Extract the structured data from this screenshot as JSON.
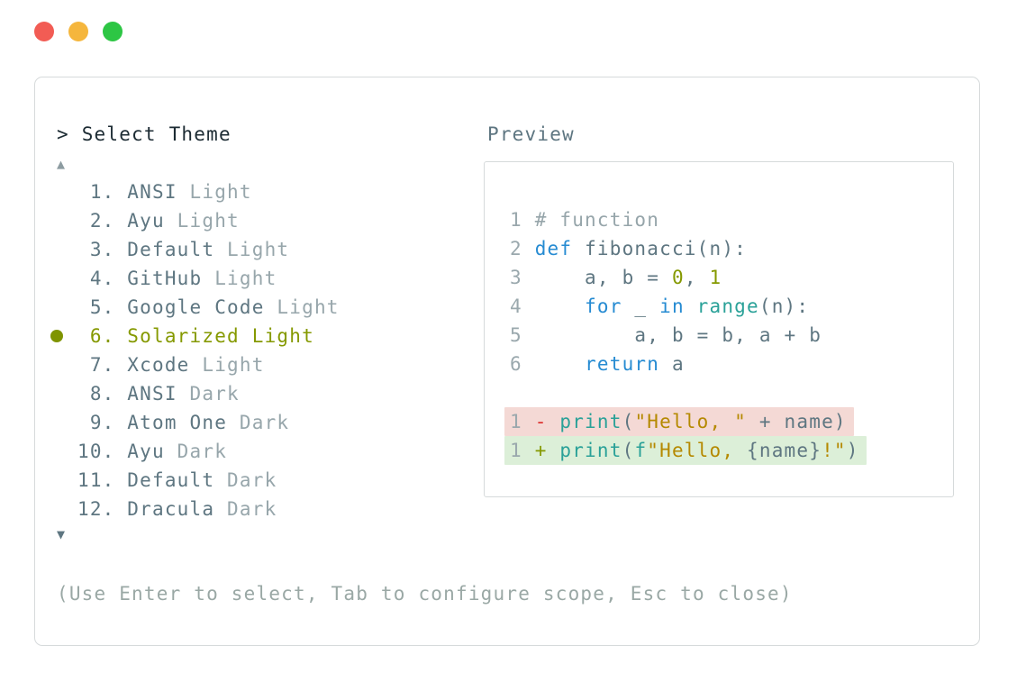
{
  "window": {
    "controls": [
      {
        "name": "close",
        "color": "#f25c54"
      },
      {
        "name": "minimize",
        "color": "#f5b63d"
      },
      {
        "name": "zoom",
        "color": "#2dc644"
      }
    ]
  },
  "prompt": {
    "chevron": ">",
    "title": "Select Theme"
  },
  "list": {
    "up_arrow": "▲",
    "down_arrow": "▼",
    "items": [
      {
        "number": "1.",
        "name": "ANSI",
        "variant": "Light",
        "selected": false
      },
      {
        "number": "2.",
        "name": "Ayu",
        "variant": "Light",
        "selected": false
      },
      {
        "number": "3.",
        "name": "Default",
        "variant": "Light",
        "selected": false
      },
      {
        "number": "4.",
        "name": "GitHub",
        "variant": "Light",
        "selected": false
      },
      {
        "number": "5.",
        "name": "Google Code",
        "variant": "Light",
        "selected": false
      },
      {
        "number": "6.",
        "name": "Solarized",
        "variant": "Light",
        "selected": true
      },
      {
        "number": "7.",
        "name": "Xcode",
        "variant": "Light",
        "selected": false
      },
      {
        "number": "8.",
        "name": "ANSI",
        "variant": "Dark",
        "selected": false
      },
      {
        "number": "9.",
        "name": "Atom One",
        "variant": "Dark",
        "selected": false
      },
      {
        "number": "10.",
        "name": "Ayu",
        "variant": "Dark",
        "selected": false
      },
      {
        "number": "11.",
        "name": "Default",
        "variant": "Dark",
        "selected": false
      },
      {
        "number": "12.",
        "name": "Dracula",
        "variant": "Dark",
        "selected": false
      }
    ]
  },
  "preview": {
    "label": "Preview",
    "code_lines": [
      {
        "num": "1",
        "tokens": [
          [
            "# function",
            "comment"
          ]
        ]
      },
      {
        "num": "2",
        "tokens": [
          [
            "def ",
            "keyword"
          ],
          [
            "fibonacci(n):",
            "plain"
          ]
        ]
      },
      {
        "num": "3",
        "tokens": [
          [
            "    a, b = ",
            "plain"
          ],
          [
            "0",
            "number"
          ],
          [
            ", ",
            "plain"
          ],
          [
            "1",
            "number"
          ]
        ]
      },
      {
        "num": "4",
        "tokens": [
          [
            "    ",
            "plain"
          ],
          [
            "for",
            "keyword"
          ],
          [
            " _ ",
            "plain"
          ],
          [
            "in",
            "keyword"
          ],
          [
            " ",
            "plain"
          ],
          [
            "range",
            "builtin"
          ],
          [
            "(n):",
            "plain"
          ]
        ]
      },
      {
        "num": "5",
        "tokens": [
          [
            "        a, b = b, a + b",
            "plain"
          ]
        ]
      },
      {
        "num": "6",
        "tokens": [
          [
            "    ",
            "plain"
          ],
          [
            "return",
            "keyword"
          ],
          [
            " a",
            "plain"
          ]
        ]
      },
      {
        "blank": true
      },
      {
        "num": "1",
        "diff": "removed",
        "tokens": [
          [
            "- ",
            "diff_minus"
          ],
          [
            "print",
            "builtin"
          ],
          [
            "(",
            "plain"
          ],
          [
            "\"Hello, \"",
            "string"
          ],
          [
            " + name)",
            "plain"
          ]
        ]
      },
      {
        "num": "1",
        "diff": "added",
        "tokens": [
          [
            "+ ",
            "diff_plus"
          ],
          [
            "print",
            "builtin"
          ],
          [
            "(",
            "plain"
          ],
          [
            "f",
            "builtin"
          ],
          [
            "\"Hello, ",
            "string"
          ],
          [
            "{name}",
            "plain"
          ],
          [
            "!\"",
            "string"
          ],
          [
            ")",
            "plain"
          ]
        ]
      }
    ]
  },
  "hint": {
    "text": "(Use Enter to select, Tab to configure scope, Esc to close)"
  },
  "colors": {
    "title": "#1c2b33",
    "plain": "#5e7681",
    "comment": "#96a5aa",
    "keyword": "#268bd2",
    "builtin": "#2aa198",
    "number": "#859900",
    "string": "#b58900",
    "diff_minus": "#dc322f",
    "diff_plus": "#859900",
    "linenum": "#9aa8ad",
    "removed_bg": "#f4d9d5",
    "added_bg": "#dcefd8",
    "selected_item": "#859900",
    "item_name": "#5e7681",
    "item_variant": "#97a6ab",
    "bullet": "#7f9400",
    "hint_text": "#9aa8a5",
    "border": "#d6dadb"
  }
}
